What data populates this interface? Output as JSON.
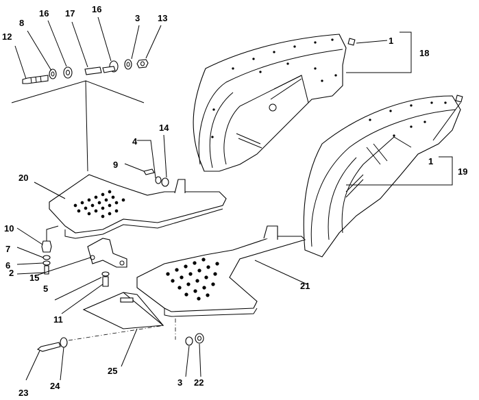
{
  "callouts": {
    "c1a": "1",
    "c1b": "1",
    "c2": "2",
    "c3a": "3",
    "c3b": "3",
    "c4": "4",
    "c5": "5",
    "c6": "6",
    "c7": "7",
    "c8": "8",
    "c9": "9",
    "c10": "10",
    "c11": "11",
    "c12": "12",
    "c13": "13",
    "c14": "14",
    "c15": "15",
    "c16a": "16",
    "c16b": "16",
    "c17": "17",
    "c18": "18",
    "c19": "19",
    "c20": "20",
    "c21": "21",
    "c22": "22",
    "c23": "23",
    "c24": "24",
    "c25": "25"
  }
}
